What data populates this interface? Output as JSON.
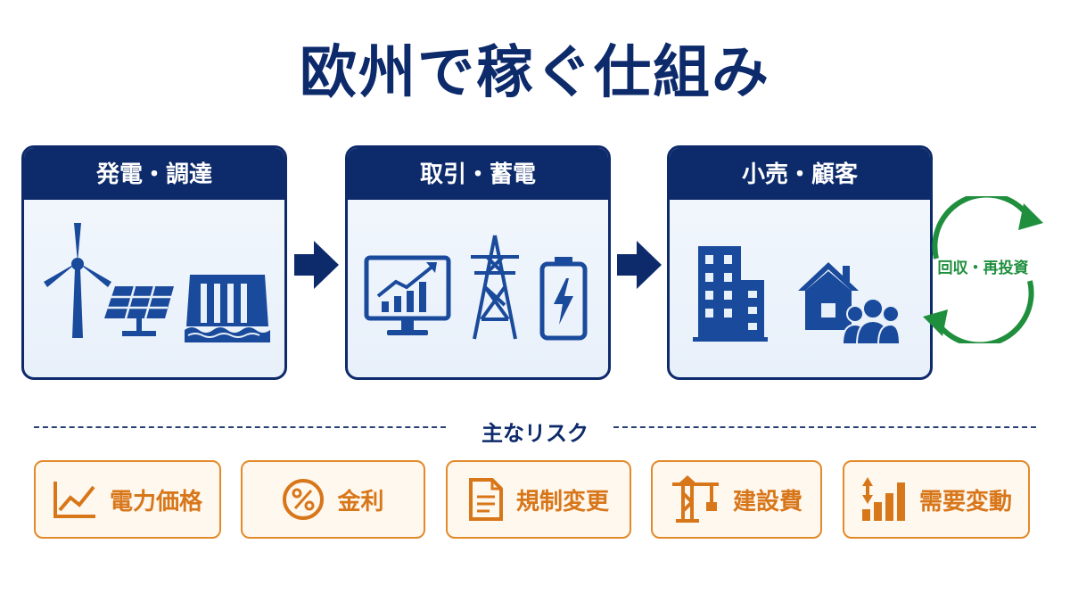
{
  "title": "欧州で稼ぐ仕組み",
  "stages": [
    {
      "label": "発電・調達"
    },
    {
      "label": "取引・蓄電"
    },
    {
      "label": "小売・顧客"
    }
  ],
  "cycle": {
    "label": "回収・再投資"
  },
  "risks": {
    "heading": "主なリスク",
    "items": [
      {
        "label": "電力価格",
        "icon": "line-chart-icon"
      },
      {
        "label": "金利",
        "icon": "percent-icon"
      },
      {
        "label": "規制変更",
        "icon": "document-icon"
      },
      {
        "label": "建設費",
        "icon": "crane-icon"
      },
      {
        "label": "需要変動",
        "icon": "bar-chart-updown-icon"
      }
    ]
  },
  "colors": {
    "navy": "#0d2a6b",
    "icon_blue": "#1a4a9c",
    "green": "#1f8f3e",
    "orange": "#e38a2a",
    "orange_text": "#d8761a"
  }
}
